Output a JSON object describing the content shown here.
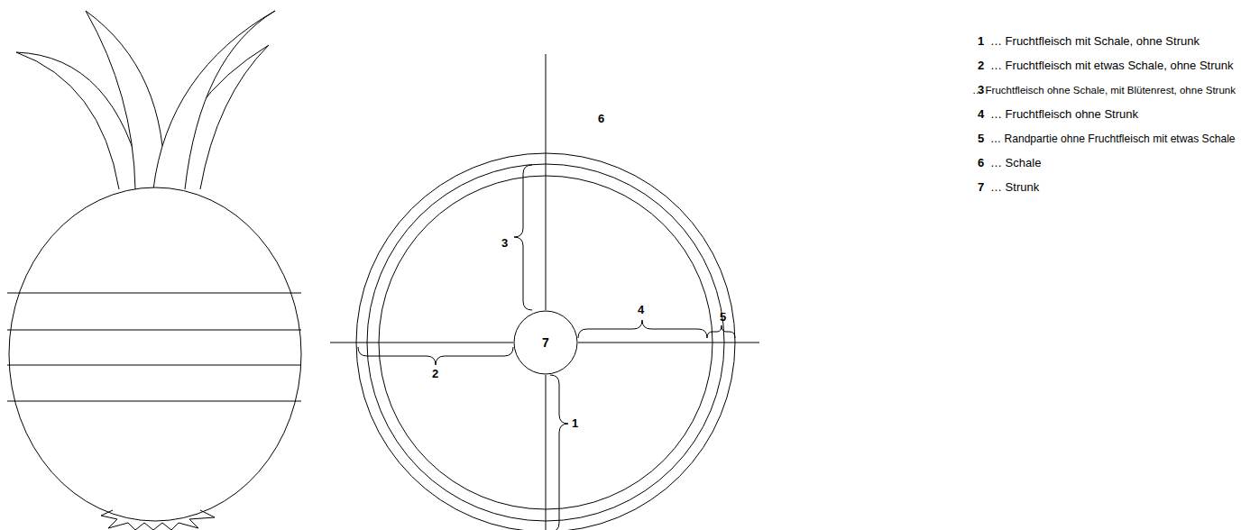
{
  "diagram": {
    "nodes": [
      {
        "text": [
          "7"
        ]
      }
    ],
    "labels": [
      "6",
      "3",
      "4",
      "5",
      "2",
      "1",
      "1",
      "… Fruchtfleisch mit Schale, ohne Strunk",
      "2",
      "… Fruchtfleisch mit etwas Schale, ohne Strunk",
      "3",
      "… Fruchtfleisch ohne Schale, mit Blütenrest, ohne Strunk",
      "4",
      "… Fruchtfleisch ohne Strunk",
      "5",
      "… Randpartie ohne Fruchtfleisch mit etwas Schale",
      "6",
      "… Schale",
      "7",
      "… Strunk"
    ]
  }
}
